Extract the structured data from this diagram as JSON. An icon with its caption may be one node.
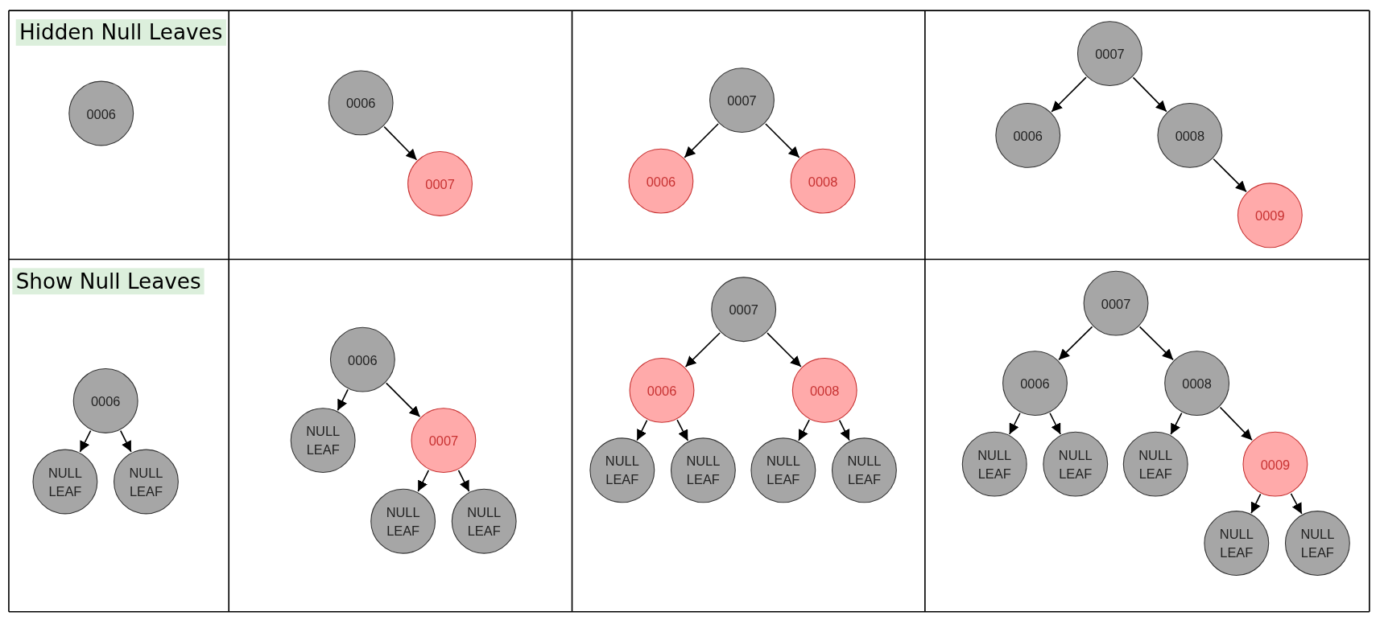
{
  "diagram": {
    "nodes": [
      {
        "text": [
          "0006"
        ]
      },
      {
        "text": [
          "0006"
        ]
      },
      {
        "text": [
          "0007"
        ]
      },
      {
        "text": [
          "0007"
        ]
      },
      {
        "text": [
          "0006"
        ]
      },
      {
        "text": [
          "0008"
        ]
      },
      {
        "text": [
          "0007"
        ]
      },
      {
        "text": [
          "0006"
        ]
      },
      {
        "text": [
          "0008"
        ]
      },
      {
        "text": [
          "0009"
        ]
      },
      {
        "text": [
          "0006"
        ]
      },
      {
        "text": [
          "NULL LEAF"
        ]
      },
      {
        "text": [
          "NULL LEAF"
        ]
      },
      {
        "text": [
          "0006"
        ]
      },
      {
        "text": [
          "NULL LEAF"
        ]
      },
      {
        "text": [
          "0007"
        ]
      },
      {
        "text": [
          "NULL LEAF"
        ]
      },
      {
        "text": [
          "NULL LEAF"
        ]
      },
      {
        "text": [
          "0007"
        ]
      },
      {
        "text": [
          "0006"
        ]
      },
      {
        "text": [
          "0008"
        ]
      },
      {
        "text": [
          "NULL LEAF"
        ]
      },
      {
        "text": [
          "NULL LEAF"
        ]
      },
      {
        "text": [
          "NULL LEAF"
        ]
      },
      {
        "text": [
          "NULL LEAF"
        ]
      },
      {
        "text": [
          "0007"
        ]
      },
      {
        "text": [
          "0006"
        ]
      },
      {
        "text": [
          "0008"
        ]
      },
      {
        "text": [
          "NULL LEAF"
        ]
      },
      {
        "text": [
          "NULL LEAF"
        ]
      },
      {
        "text": [
          "NULL LEAF"
        ]
      },
      {
        "text": [
          "0009"
        ]
      },
      {
        "text": [
          "NULL LEAF"
        ]
      },
      {
        "text": [
          "NULL LEAF"
        ]
      }
    ],
    "edges": [
      {
        "from": 1,
        "to": 2,
        "arrow": "to"
      },
      {
        "from": 3,
        "to": 4,
        "arrow": "to"
      },
      {
        "from": 3,
        "to": 5,
        "arrow": "to"
      },
      {
        "from": 6,
        "to": 7,
        "arrow": "to"
      },
      {
        "from": 6,
        "to": 8,
        "arrow": "to"
      },
      {
        "from": 8,
        "to": 9,
        "arrow": "to"
      },
      {
        "from": 10,
        "to": 11,
        "arrow": "to"
      },
      {
        "from": 10,
        "to": 12,
        "arrow": "to"
      },
      {
        "from": 13,
        "to": 14,
        "arrow": "to"
      },
      {
        "from": 13,
        "to": 15,
        "arrow": "to"
      },
      {
        "from": 15,
        "to": 16,
        "arrow": "to"
      },
      {
        "from": 15,
        "to": 17,
        "arrow": "to"
      },
      {
        "from": 18,
        "to": 19,
        "arrow": "to"
      },
      {
        "from": 18,
        "to": 20,
        "arrow": "to"
      },
      {
        "from": 19,
        "to": 21,
        "arrow": "to"
      },
      {
        "from": 19,
        "to": 22,
        "arrow": "to"
      },
      {
        "from": 20,
        "to": 23,
        "arrow": "to"
      },
      {
        "from": 20,
        "to": 24,
        "arrow": "to"
      },
      {
        "from": 25,
        "to": 26,
        "arrow": "to"
      },
      {
        "from": 25,
        "to": 27,
        "arrow": "to"
      },
      {
        "from": 26,
        "to": 28,
        "arrow": "to"
      },
      {
        "from": 26,
        "to": 29,
        "arrow": "to"
      },
      {
        "from": 27,
        "to": 30,
        "arrow": "to"
      },
      {
        "from": 27,
        "to": 31,
        "arrow": "to"
      },
      {
        "from": 31,
        "to": 32,
        "arrow": "to"
      },
      {
        "from": 31,
        "to": 33,
        "arrow": "to"
      }
    ],
    "labels": [
      "Hidden Null Leaves",
      "Show Null Leaves"
    ]
  }
}
